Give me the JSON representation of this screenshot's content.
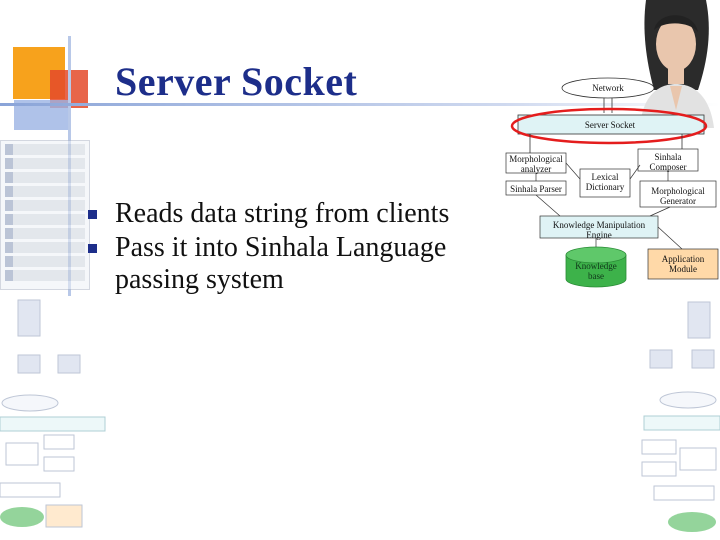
{
  "slide": {
    "title": "Server Socket",
    "bullets": [
      "Reads data string from clients",
      "Pass it into Sinhala Language passing system"
    ]
  },
  "diagram": {
    "network": "Network",
    "server_socket": "Server Socket",
    "morph_analyzer": "Morphological analyzer",
    "sinhala_parser": "Sinhala Parser",
    "lexical_dictionary": "Lexical Dictionary",
    "sinhala_composer": "Sinhala Composer",
    "morph_generator": "Morphological Generator",
    "kr_engine": "Knowledge Manipulation Engine",
    "knowledge_base": "Knowledge base",
    "application_module": "Application Module"
  },
  "colors": {
    "title": "#1d2e8a",
    "box_teal": "#dff3f5",
    "highlight": "#e41d1d",
    "knowledge_base": "#3db24a",
    "accent_orange": "#f7a21c",
    "accent_blue": "#4f7fcf"
  }
}
